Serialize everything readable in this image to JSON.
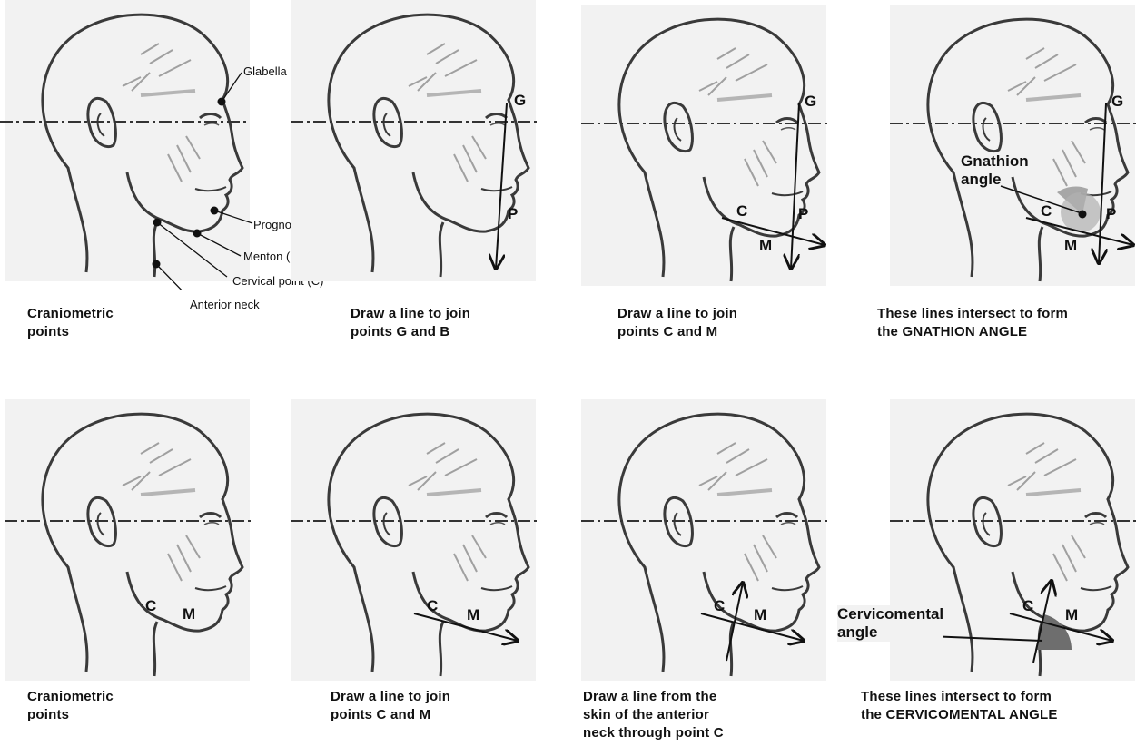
{
  "top_row": {
    "panel1": {
      "labels": {
        "glabella": "Glabella (G)",
        "prognothion": "Prognothion (P)",
        "menton": "Menton (M)",
        "cervical": "Cervical point (C)",
        "anterior_neck": "Anterior neck"
      },
      "caption": "Craniometric\n   points"
    },
    "panel2": {
      "g": "G",
      "p": "P",
      "caption": "Draw a line to join\npoints G and B"
    },
    "panel3": {
      "g": "G",
      "c": "C",
      "p": "P",
      "m": "M",
      "caption": "Draw a line to join\npoints C and M"
    },
    "panel4": {
      "g": "G",
      "c": "C",
      "p": "P",
      "m": "M",
      "angle_label": "Gnathion\nangle",
      "caption": "These lines intersect to form\nthe GNATHION  ANGLE"
    }
  },
  "bottom_row": {
    "panel1": {
      "c": "C",
      "m": "M",
      "caption": "Craniometric\n   points"
    },
    "panel2": {
      "c": "C",
      "m": "M",
      "caption": "Draw a line to join\npoints C and M"
    },
    "panel3": {
      "c": "C",
      "m": "M",
      "caption": "Draw a line from the\nskin of the anterior\nneck through point C"
    },
    "panel4": {
      "c": "C",
      "m": "M",
      "angle_label": "Cervicomental\nangle",
      "caption": "These lines intersect to form\nthe CERVICOMENTAL  ANGLE"
    }
  },
  "colors": {
    "sketch": "#3a3a3a",
    "sketch_light": "#9a9a9a",
    "panel_bg": "#f2f2f2",
    "angle_fill": "#8a8a8a"
  }
}
